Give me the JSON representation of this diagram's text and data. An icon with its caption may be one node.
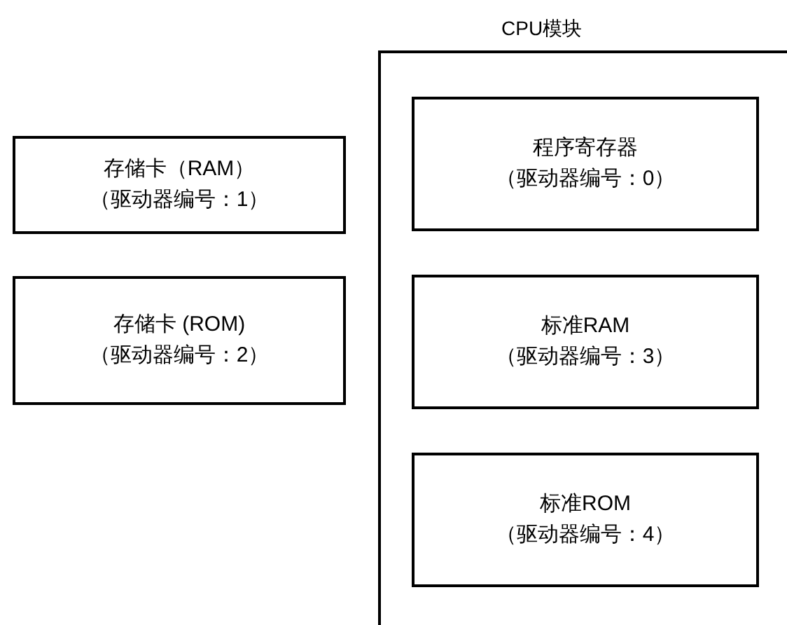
{
  "diagram": {
    "nodes": [
      {
        "text": [
          "存储卡（RAM）",
          "（驱动器编号：1）"
        ]
      },
      {
        "text": [
          "存储卡 (ROM)",
          "（驱动器编号：2）"
        ]
      },
      {
        "text": [
          "CPU模块"
        ]
      },
      {
        "text": [
          "程序寄存器",
          "（驱动器编号：0）"
        ],
        "in": 2
      },
      {
        "text": [
          "标准RAM",
          "（驱动器编号：3）"
        ],
        "in": 2
      },
      {
        "text": [
          "标准ROM",
          "（驱动器编号：4）"
        ],
        "in": 2
      }
    ]
  }
}
